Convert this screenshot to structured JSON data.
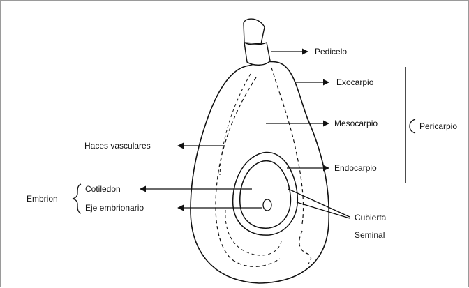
{
  "diagram": {
    "labels": {
      "pedicelo": "Pedicelo",
      "exocarpio": "Exocarpio",
      "mesocarpio": "Mesocarpio",
      "endocarpio": "Endocarpio",
      "pericarpio": "Pericarpio",
      "haces_vasculares": "Haces vasculares",
      "embrion": "Embrion",
      "cotiledon": "Cotiledon",
      "eje_embrionario": "Eje embrionario",
      "cubierta": "Cubierta",
      "seminal": "Seminal"
    }
  }
}
